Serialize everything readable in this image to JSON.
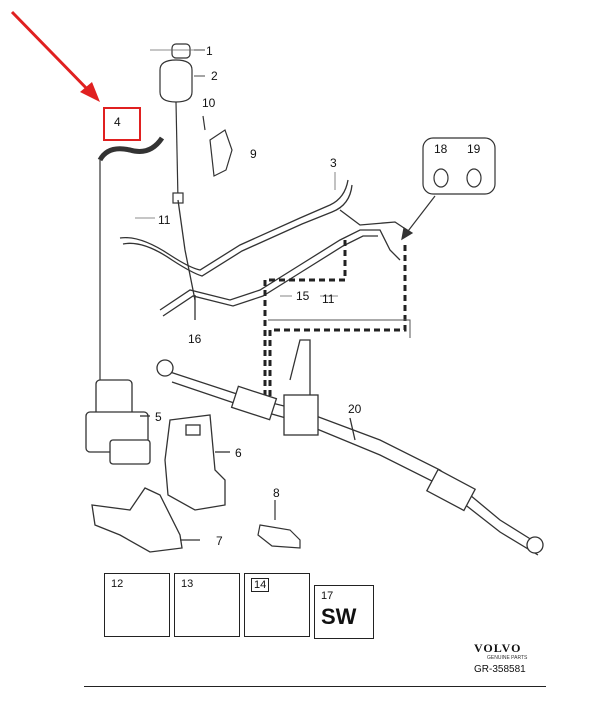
{
  "callouts": {
    "c1": "1",
    "c2": "2",
    "c3": "3",
    "c4": "4",
    "c5": "5",
    "c6": "6",
    "c7": "7",
    "c8": "8",
    "c9": "9",
    "c10": "10",
    "c11a": "11",
    "c11b": "11",
    "c15": "15",
    "c16": "16",
    "c18": "18",
    "c19": "19",
    "c20": "20"
  },
  "parts_boxes": [
    {
      "number": "12",
      "content": ""
    },
    {
      "number": "13",
      "content": ""
    },
    {
      "number": "14",
      "content": ""
    },
    {
      "number": "17",
      "content": "SW"
    }
  ],
  "brand": {
    "logo": "VOLVO",
    "subtext": "GENUINE PARTS",
    "reference": "GR-358581"
  },
  "highlight_color": "#e02020"
}
